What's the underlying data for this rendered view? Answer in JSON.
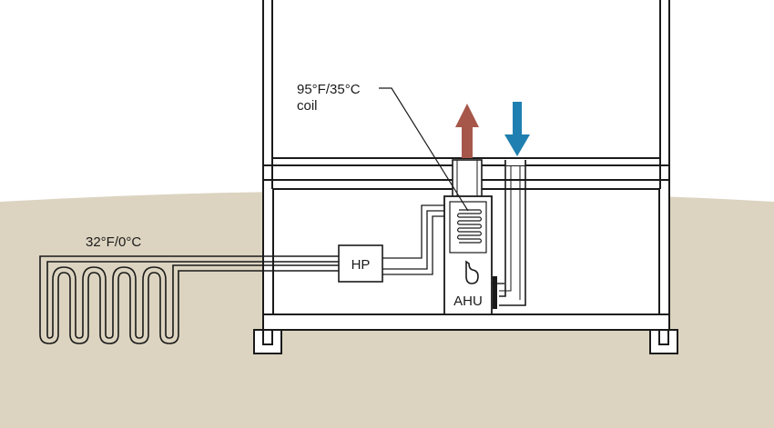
{
  "labels": {
    "coil_temp": "95°F/35°C",
    "coil_word": "coil",
    "loop_temp": "32°F/0°C",
    "heat_pump": "HP",
    "air_handler": "AHU"
  },
  "colors": {
    "ground": "#dcd4c0",
    "line": "#1a1a1a",
    "supply_arrow": "#a6574a",
    "return_arrow": "#1f7fb0",
    "house": "#ffffff"
  },
  "icons": {
    "supply": "arrow-up-icon",
    "return": "arrow-down-icon",
    "fan": "blower-fan-icon",
    "coil": "coil-icon"
  }
}
